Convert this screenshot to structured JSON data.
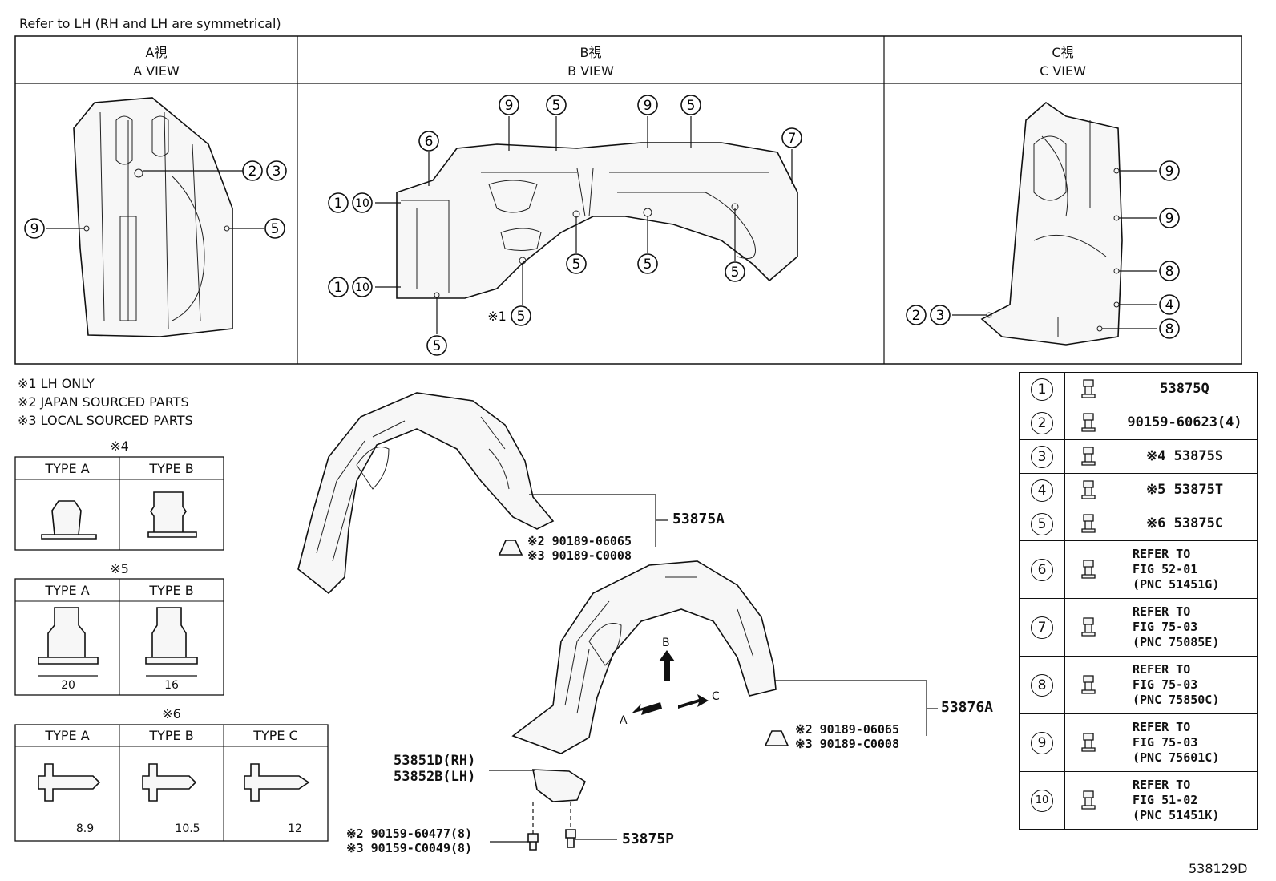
{
  "header": {
    "note": "Refer to LH (RH and LH are symmetrical)"
  },
  "views": [
    {
      "jp": "A視",
      "en": "A VIEW"
    },
    {
      "jp": "B視",
      "en": "B VIEW"
    },
    {
      "jp": "C視",
      "en": "C VIEW"
    }
  ],
  "callouts": {
    "a_view": [
      "2",
      "3",
      "9",
      "5"
    ],
    "b_view": [
      "9",
      "5",
      "9",
      "5",
      "6",
      "7",
      "1",
      "10",
      "1",
      "10",
      "5",
      "5",
      "5",
      "5",
      "5"
    ],
    "b_view_note": "※1",
    "c_view": [
      "9",
      "9",
      "8",
      "4",
      "8",
      "2",
      "3"
    ]
  },
  "notes": [
    "※1 LH ONLY",
    "※2 JAPAN SOURCED PARTS",
    "※3 LOCAL SOURCED PARTS"
  ],
  "type_tables": [
    {
      "title": "※4",
      "types": [
        "TYPE A",
        "TYPE B"
      ],
      "dims": []
    },
    {
      "title": "※5",
      "types": [
        "TYPE A",
        "TYPE B"
      ],
      "dims": [
        "20",
        "16"
      ]
    },
    {
      "title": "※6",
      "types": [
        "TYPE A",
        "TYPE B",
        "TYPE C"
      ],
      "dims": [
        "8.9",
        "10.5",
        "12"
      ]
    }
  ],
  "main_parts": {
    "liner_upper": "53875A",
    "liner_lower": "53876A",
    "clip_upper_jp": "※2 90189-06065",
    "clip_upper_local": "※3 90189-C0008",
    "clip_lower_jp": "※2 90189-06065",
    "clip_lower_local": "※3 90189-C0008",
    "bracket_rh": "53851D(RH)",
    "bracket_lh": "53852B(LH)",
    "bolt_jp": "※2 90159-60477(8)",
    "bolt_local": "※3 90159-C0049(8)",
    "bolt_part": "53875P",
    "arrow_a": "A",
    "arrow_b": "B",
    "arrow_c": "C"
  },
  "parts_table": [
    {
      "num": "1",
      "lines": [
        "53875Q"
      ]
    },
    {
      "num": "2",
      "lines": [
        "90159-60623(4)"
      ]
    },
    {
      "num": "3",
      "lines": [
        "※4 53875S"
      ]
    },
    {
      "num": "4",
      "lines": [
        "※5 53875T"
      ]
    },
    {
      "num": "5",
      "lines": [
        "※6 53875C"
      ]
    },
    {
      "num": "6",
      "lines": [
        "REFER TO",
        "FIG 52-01",
        "(PNC 51451G)"
      ]
    },
    {
      "num": "7",
      "lines": [
        "REFER TO",
        "FIG 75-03",
        "(PNC 75085E)"
      ]
    },
    {
      "num": "8",
      "lines": [
        "REFER TO",
        "FIG 75-03",
        "(PNC 75850C)"
      ]
    },
    {
      "num": "9",
      "lines": [
        "REFER TO",
        "FIG 75-03",
        "(PNC 75601C)"
      ]
    },
    {
      "num": "10",
      "lines": [
        "REFER TO",
        "FIG 51-02",
        "(PNC 51451K)"
      ]
    }
  ],
  "figure_id": "538129D"
}
